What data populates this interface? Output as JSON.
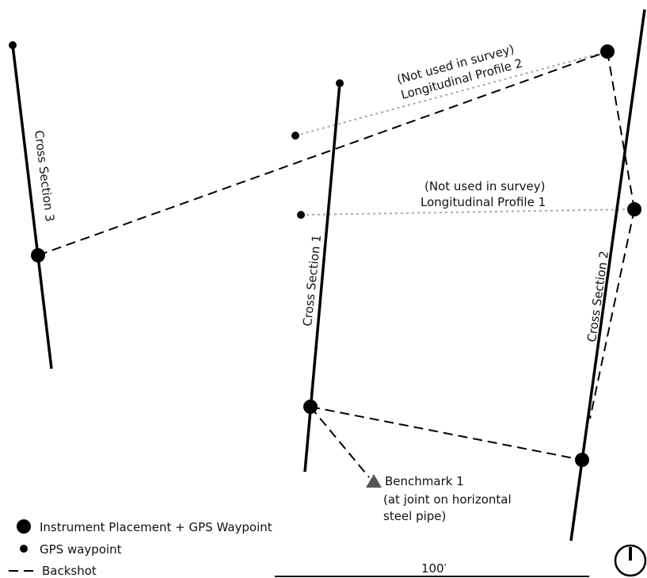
{
  "labels": {
    "cross_section_1": "Cross Section 1",
    "cross_section_2": "Cross Section 2",
    "cross_section_3": "Cross Section 3",
    "long_profile_1_note": "(Not used in survey)",
    "long_profile_1": "Longitudinal Profile 1",
    "long_profile_2_note": "(Not used in survey)",
    "long_profile_2": "Longitudinal Profile 2",
    "benchmark_line1": "Benchmark 1",
    "benchmark_line2": "(at joint on horizontal",
    "benchmark_line3": "steel pipe)"
  },
  "legend": {
    "instrument": "Instrument Placement + GPS Waypoint",
    "gps": "GPS waypoint",
    "backshot": "Backshot"
  },
  "scale_bar": {
    "label": "100′"
  },
  "north_arrow": {
    "icon": "north-arrow-icon"
  },
  "colors": {
    "line": "#000000",
    "profile_dotted": "#aaaaaa",
    "benchmark": "#555555"
  }
}
